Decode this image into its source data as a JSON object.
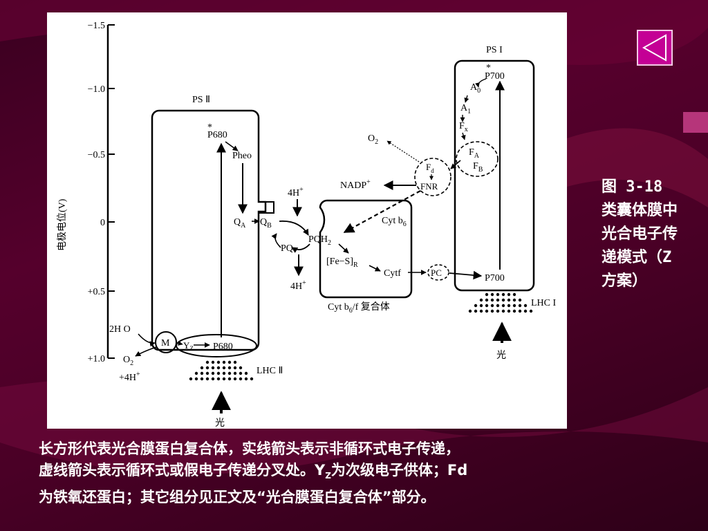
{
  "nav": {
    "icon": "back-triangle-icon"
  },
  "caption_side": "图 3-18 类囊体膜中光合电子传递模式（Z方案）",
  "caption_bottom": {
    "line1": "长方形代表光合膜蛋白复合体，实线箭头表示非循环式电子传递，",
    "line2a": "虚线箭头表示循环式或假电子传递分叉处。Y",
    "line2sub": "Z",
    "line2b": "为次级电子供体；Fd",
    "line3": "为铁氧还蛋白；其它组分见正文及“光合膜蛋白复合体”部分。"
  },
  "axis": {
    "label": "电极电位(V)",
    "ticks": [
      "−1.5",
      "−1.0",
      "−0.5",
      "0",
      "+0.5",
      "+1.0"
    ]
  },
  "labels": {
    "psii": "PS Ⅱ",
    "psi": "PS I",
    "p680_star": "P680",
    "star": "*",
    "pheo": "Pheo",
    "qa": "Q",
    "qa_sub": "A",
    "qb": "Q",
    "qb_sub": "B",
    "h4_top": "4H",
    "plus": "+",
    "pqh2": "PQH",
    "pqh2_sub": "2",
    "pq": "PQ",
    "h4_bottom": "4H",
    "fes": "[Fe−S]",
    "fes_sub": "R",
    "cytf": "Cytf",
    "cytb6": "Cyt b",
    "cytb6_sub": "6",
    "cyt_complex": "Cyt b",
    "cyt_complex_sub": "6",
    "cyt_complex_tail": "/f 复合体",
    "pc": "PC",
    "p700": "P700",
    "p700_star": "P700",
    "a0": "A",
    "a0_sub": "0",
    "a1": "A",
    "a1_sub": "1",
    "fx": "F",
    "fx_sub": "x",
    "fa": "F",
    "fa_sub": "A",
    "fb": "F",
    "fb_sub": "B",
    "fd": "F",
    "fd_sub": "d",
    "fnr": "FNR",
    "o2_top": "O",
    "o2_top_sub": "2",
    "nadp": "NADP",
    "lhci": "LHC I",
    "lhcii": "LHC Ⅱ",
    "light": "光",
    "h2o": "2H  O",
    "o2_bottom": "O",
    "o2_bottom_sub": "2",
    "h4_out": "+4H",
    "m": "M",
    "yz": "Y",
    "yz_sub": "Z",
    "p680": "P680"
  }
}
